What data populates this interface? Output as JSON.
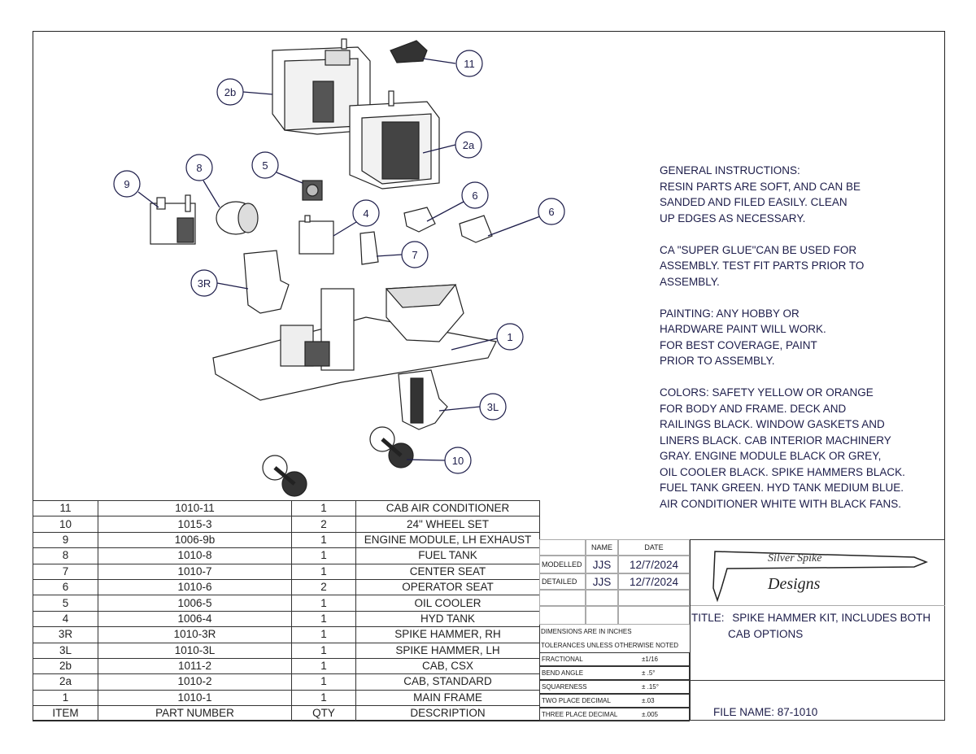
{
  "balloons": [
    "11",
    "2b",
    "2a",
    "9",
    "8",
    "5",
    "4",
    "6",
    "6",
    "7",
    "3R",
    "1",
    "3L",
    "10"
  ],
  "instructions": [
    [
      "GENERAL INSTRUCTIONS:",
      "RESIN PARTS ARE SOFT, AND CAN BE",
      "SANDED AND FILED EASILY.  CLEAN",
      "UP EDGES AS NECESSARY."
    ],
    [
      "CA \"SUPER GLUE\"CAN BE USED FOR",
      "ASSEMBLY. TEST FIT PARTS PRIOR TO",
      "ASSEMBLY."
    ],
    [
      "PAINTING:  ANY HOBBY OR",
      "HARDWARE PAINT WILL WORK.",
      "FOR BEST COVERAGE, PAINT",
      "PRIOR TO ASSEMBLY."
    ],
    [
      "COLORS:  SAFETY YELLOW OR ORANGE",
      "FOR BODY AND FRAME.  DECK AND",
      "RAILINGS BLACK.  WINDOW GASKETS AND",
      "LINERS BLACK.  CAB INTERIOR MACHINERY",
      "GRAY. ENGINE MODULE BLACK OR GREY,",
      "OIL COOLER BLACK. SPIKE HAMMERS BLACK.",
      "FUEL TANK GREEN.  HYD TANK MEDIUM BLUE.",
      "AIR CONDITIONER WHITE WITH BLACK FANS."
    ]
  ],
  "bom": {
    "rows": [
      [
        "11",
        "1010-11",
        "1",
        "CAB AIR CONDITIONER"
      ],
      [
        "10",
        "1015-3",
        "2",
        "24\" WHEEL SET"
      ],
      [
        "9",
        "1006-9b",
        "1",
        "ENGINE MODULE, LH EXHAUST"
      ],
      [
        "8",
        "1010-8",
        "1",
        "FUEL TANK"
      ],
      [
        "7",
        "1010-7",
        "1",
        "CENTER SEAT"
      ],
      [
        "6",
        "1010-6",
        "2",
        "OPERATOR SEAT"
      ],
      [
        "5",
        "1006-5",
        "1",
        "OIL COOLER"
      ],
      [
        "4",
        "1006-4",
        "1",
        "HYD TANK"
      ],
      [
        "3R",
        "1010-3R",
        "1",
        "SPIKE HAMMER, RH"
      ],
      [
        "3L",
        "1010-3L",
        "1",
        "SPIKE HAMMER, LH"
      ],
      [
        "2b",
        "1011-2",
        "1",
        "CAB, CSX"
      ],
      [
        "2a",
        "1010-2",
        "1",
        "CAB, STANDARD"
      ],
      [
        "1",
        "1010-1",
        "1",
        "MAIN FRAME"
      ]
    ],
    "headers": [
      "ITEM",
      "PART NUMBER",
      "QTY",
      "DESCRIPTION"
    ]
  },
  "title_block": {
    "name_header": "NAME",
    "date_header": "DATE",
    "modelled_label": "MODELLED",
    "modelled_name": "JJS",
    "modelled_date": "12/7/2024",
    "detailed_label": "DETAILED",
    "detailed_name": "JJS",
    "detailed_date": "12/7/2024",
    "dimensions_note": "DIMENSIONS ARE IN INCHES",
    "tolerances_note": "TOLERANCES UNLESS OTHERWISE NOTED",
    "tolerances": [
      [
        "FRACTIONAL",
        "±1/16"
      ],
      [
        "BEND ANGLE",
        "± .5°"
      ],
      [
        "SQUARENESS",
        "± .15°"
      ],
      [
        "TWO PLACE DECIMAL",
        "±.03"
      ],
      [
        "THREE PLACE DECIMAL",
        "±.005"
      ]
    ],
    "logo_line1": "Silver Spike",
    "logo_line2": "Designs",
    "title_label": "TITLE:",
    "title_line1": "SPIKE HAMMER KIT, INCLUDES BOTH",
    "title_line2": "CAB OPTIONS",
    "file_name": "FILE NAME: 87-1010"
  },
  "colors": {
    "balloon": "#1d1d4a",
    "leader": "#1d1d4a",
    "outline": "#222222"
  }
}
